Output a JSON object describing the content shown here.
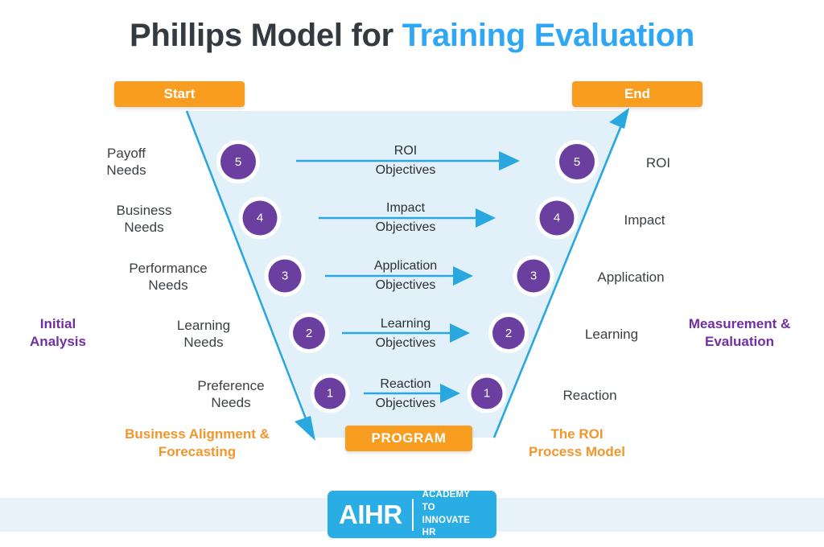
{
  "title": {
    "part1": "Phillips Model for ",
    "part2": "Training Evaluation"
  },
  "buttons": {
    "start": "Start",
    "end": "End",
    "program": "PROGRAM"
  },
  "side_labels": {
    "left_line1": "Initial",
    "left_line2": "Analysis",
    "right_line1": "Measurement &",
    "right_line2": "Evaluation"
  },
  "bottom_labels": {
    "left_line1": "Business Alignment &",
    "left_line2": "Forecasting",
    "right_line1": "The ROI",
    "right_line2": "Process Model"
  },
  "levels": [
    {
      "number": "5",
      "needs_line1": "Payoff",
      "needs_line2": "Needs",
      "objective_line1": "ROI",
      "objective_line2": "Objectives",
      "outcome": "ROI"
    },
    {
      "number": "4",
      "needs_line1": "Business",
      "needs_line2": "Needs",
      "objective_line1": "Impact",
      "objective_line2": "Objectives",
      "outcome": "Impact"
    },
    {
      "number": "3",
      "needs_line1": "Performance",
      "needs_line2": "Needs",
      "objective_line1": "Application",
      "objective_line2": "Objectives",
      "outcome": "Application"
    },
    {
      "number": "2",
      "needs_line1": "Learning",
      "needs_line2": "Needs",
      "objective_line1": "Learning",
      "objective_line2": "Objectives",
      "outcome": "Learning"
    },
    {
      "number": "1",
      "needs_line1": "Preference",
      "needs_line2": "Needs",
      "objective_line1": "Reaction",
      "objective_line2": "Objectives",
      "outcome": "Reaction"
    }
  ],
  "footer": {
    "logo_mark": "AIHR",
    "tagline_line1": "ACADEMY TO",
    "tagline_line2": "INNOVATE HR"
  },
  "colors": {
    "title_dark": "#343a40",
    "title_accent": "#2fa7f5",
    "orange": "#f99d20",
    "purple_node": "#6b3fa0",
    "purple_text": "#7030a0",
    "funnel_fill": "#e2f0fa",
    "funnel_stroke": "#29a8e0",
    "arrow_blue": "#29a8e0",
    "logo_blue": "#29ade4",
    "footer_band": "#e8f2fa"
  }
}
